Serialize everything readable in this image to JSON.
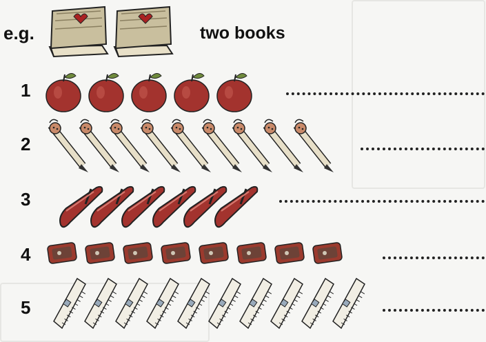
{
  "example": {
    "label": "e.g.",
    "answer": "two books",
    "count": 2,
    "icon": "book-icon"
  },
  "items": [
    {
      "label": "1",
      "count": 5,
      "icon": "apple-icon"
    },
    {
      "label": "2",
      "count": 9,
      "icon": "pencil-icon"
    },
    {
      "label": "3",
      "count": 6,
      "icon": "pen-icon"
    },
    {
      "label": "4",
      "count": 8,
      "icon": "sharpener-icon"
    },
    {
      "label": "5",
      "count": 10,
      "icon": "ruler-icon"
    }
  ]
}
